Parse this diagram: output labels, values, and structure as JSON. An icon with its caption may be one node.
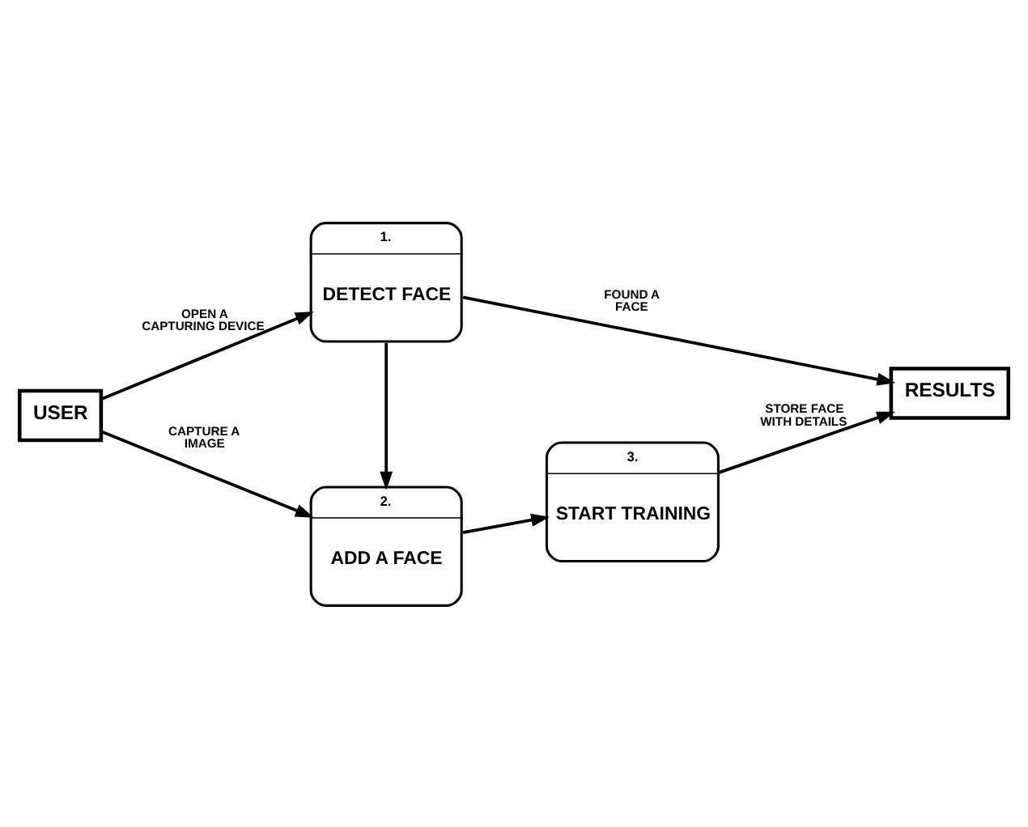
{
  "diagram": {
    "nodes": [
      {
        "text": [
          "USER"
        ]
      },
      {
        "text": [
          "1.",
          "DETECT FACE"
        ]
      },
      {
        "text": [
          "2.",
          "ADD A FACE"
        ]
      },
      {
        "text": [
          "3.",
          "START TRAINING"
        ]
      },
      {
        "text": [
          "RESULTS"
        ]
      }
    ],
    "edges": [
      {
        "from": 0,
        "to": 1,
        "arrow": "to",
        "label": "OPEN A CAPTURING DEVICE"
      },
      {
        "from": 0,
        "to": 2,
        "arrow": "to",
        "label": "CAPTURE A IMAGE"
      },
      {
        "from": 1,
        "to": 2,
        "arrow": "to"
      },
      {
        "from": 2,
        "to": 3,
        "arrow": "to"
      },
      {
        "from": 1,
        "to": 4,
        "arrow": "to",
        "label": "FOUND A FACE"
      },
      {
        "from": 3,
        "to": 4,
        "arrow": "to",
        "label": "STORE FACE WITH DETAILS"
      }
    ]
  }
}
